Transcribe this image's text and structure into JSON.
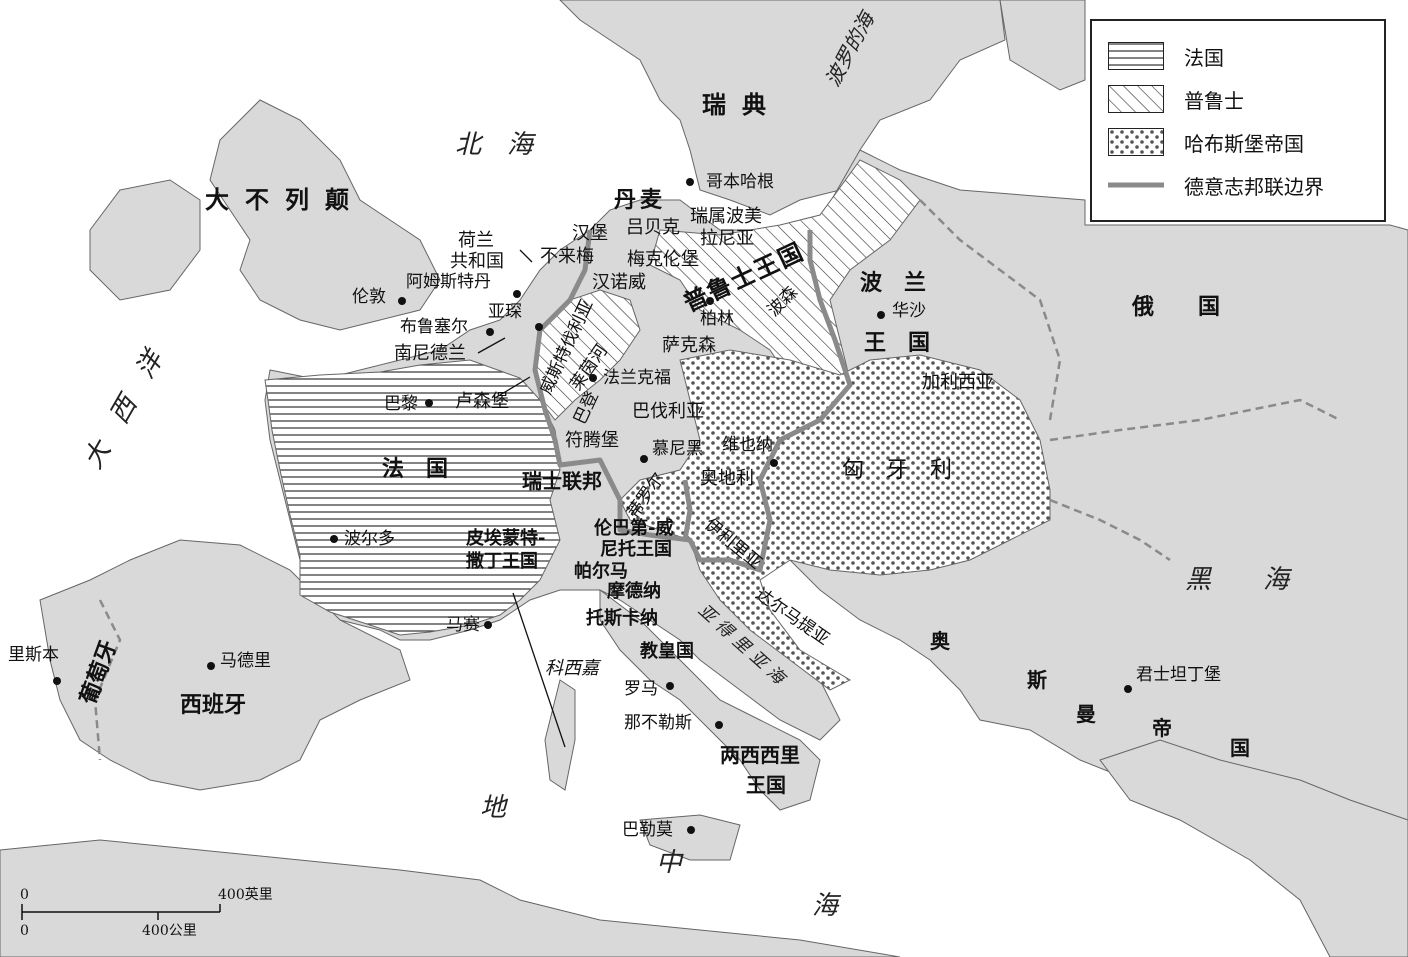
{
  "legend": {
    "items": [
      {
        "label": "法国",
        "pattern": "horizontal-lines"
      },
      {
        "label": "普鲁士",
        "pattern": "diagonal-hatch"
      },
      {
        "label": "哈布斯堡帝国",
        "pattern": "dots"
      },
      {
        "label": "德意志邦联边界",
        "pattern": "thick-gray-line"
      }
    ]
  },
  "seas": {
    "north_sea": "北　海",
    "baltic": "波罗的海",
    "atlantic": "大　西　洋",
    "black_sea": "黑　　海",
    "mediterranean_1": "地",
    "mediterranean_2": "中",
    "mediterranean_3": "海",
    "adriatic": "亚得里亚海"
  },
  "countries": {
    "sweden": "瑞典",
    "britain": "大不列颠",
    "denmark": "丹麦",
    "prussia": "普鲁士王国",
    "poland_1": "波　兰",
    "poland_2": "王　国",
    "russia": "俄　　国",
    "france": "法　国",
    "spain": "西班牙",
    "portugal": "葡萄牙",
    "swiss": "瑞士联邦",
    "hungary": "匈　牙　利",
    "ottoman_1": "奥",
    "ottoman_2": "斯",
    "ottoman_3": "曼",
    "ottoman_4": "帝",
    "ottoman_5": "国",
    "sicilies_1": "两西西里",
    "sicilies_2": "王国"
  },
  "regions": {
    "netherlands_1": "荷兰",
    "netherlands_2": "共和国",
    "bremen": "不来梅",
    "hamburg": "汉堡",
    "lubeck": "吕贝克",
    "mecklenburg": "梅克伦堡",
    "hanover": "汉诺威",
    "swedish_pomerania_1": "瑞属波美",
    "swedish_pomerania_2": "拉尼亚",
    "posen": "波森",
    "saxony": "萨克森",
    "westphalia": "威斯特伐利亚",
    "rhineland": "莱茵河",
    "baden": "巴登",
    "bavaria": "巴伐利亚",
    "wurttemberg": "符腾堡",
    "austria": "奥地利",
    "tyrol": "蒂罗尔",
    "galicia": "加利西亚",
    "illyria": "伊利里亚",
    "dalmatia": "达尔马提亚",
    "lombardy_1": "伦巴第-威",
    "lombardy_2": "尼托王国",
    "piedmont_1": "皮埃蒙特-",
    "piedmont_2": "撒丁王国",
    "parma": "帕尔马",
    "modena": "摩德纳",
    "tuscany": "托斯卡纳",
    "papal": "教皇国",
    "corsica": "科西嘉",
    "southern_nl": "南尼德兰",
    "luxembourg": "卢森堡"
  },
  "cities": {
    "copenhagen": "哥本哈根",
    "amsterdam": "阿姆斯特丹",
    "london": "伦敦",
    "brussels": "布鲁塞尔",
    "aachen": "亚琛",
    "berlin": "柏林",
    "warsaw": "华沙",
    "frankfurt": "法兰克福",
    "paris": "巴黎",
    "munich": "慕尼黑",
    "vienna": "维也纳",
    "bordeaux": "波尔多",
    "marseille": "马赛",
    "lisbon": "里斯本",
    "madrid": "马德里",
    "rome": "罗马",
    "naples": "那不勒斯",
    "palermo": "巴勒莫",
    "constantinople": "君士坦丁堡"
  },
  "scale": {
    "miles": "400英里",
    "km": "400公里",
    "zero_top": "0",
    "zero_bottom": "0"
  },
  "colors": {
    "land": "#d9d9d9",
    "sea": "#ffffff",
    "border": "#8a8a8a",
    "ink": "#111111"
  }
}
